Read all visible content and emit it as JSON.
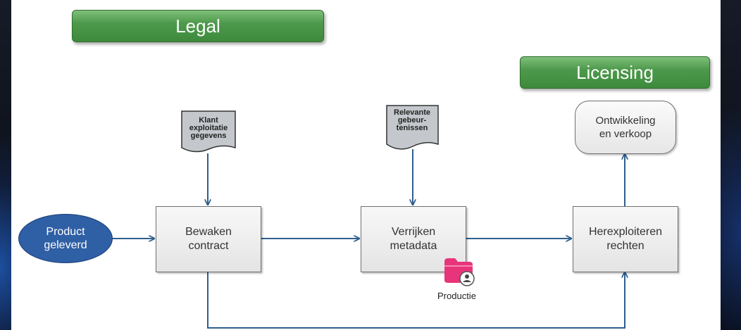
{
  "lanes": {
    "legal": "Legal",
    "licensing": "Licensing"
  },
  "documents": {
    "klant": [
      "Klant",
      "exploitatie",
      "gegevens"
    ],
    "relevante": [
      "Relevante",
      "gebeur-",
      "tenissen"
    ]
  },
  "nodes": {
    "product": [
      "Product",
      "geleverd"
    ],
    "bewaken": [
      "Bewaken",
      "contract"
    ],
    "verrijken": [
      "Verrijken",
      "metadata"
    ],
    "herexploiteren": [
      "Herexploiteren",
      "rechten"
    ],
    "ontwikkeling": [
      "Ontwikkeling",
      "en verkoop"
    ]
  },
  "productie": {
    "label": "Productie",
    "icon": "pink-folder-user-icon"
  },
  "colors": {
    "lane_green": "#4e9a4c",
    "start_node_blue": "#2f5fa5",
    "arrow_blue": "#2f5f8f",
    "document_gray": "#c4c8cc",
    "productie_pink": "#e8347a"
  }
}
